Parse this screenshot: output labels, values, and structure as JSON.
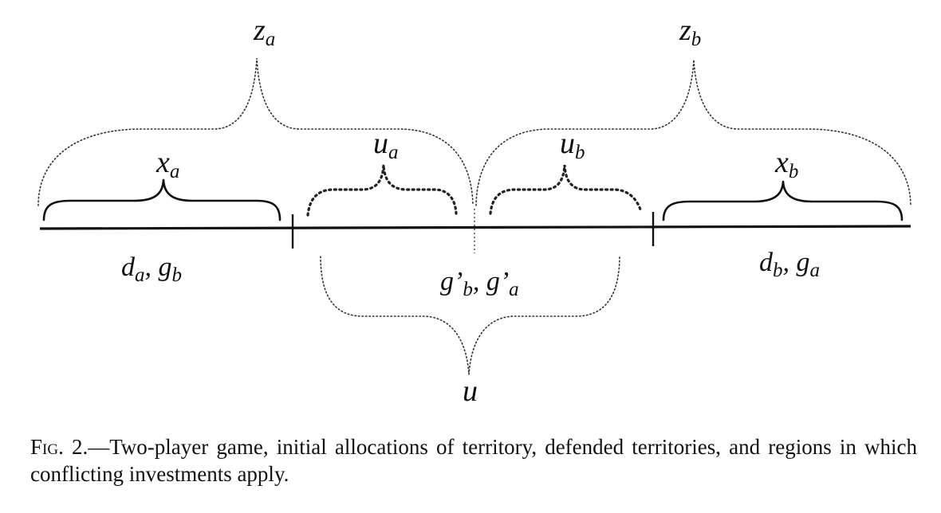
{
  "labels": {
    "z_a": {
      "main": "z",
      "sub": "a"
    },
    "z_b": {
      "main": "z",
      "sub": "b"
    },
    "x_a": {
      "main": "x",
      "sub": "a"
    },
    "x_b": {
      "main": "x",
      "sub": "b"
    },
    "u_a": {
      "main": "u",
      "sub": "a"
    },
    "u_b": {
      "main": "u",
      "sub": "b"
    },
    "u": {
      "main": "u"
    },
    "left_region": {
      "d": "d",
      "d_sub": "a",
      "sep": ", ",
      "g": "g",
      "g_sub": "b"
    },
    "right_region": {
      "d": "d",
      "d_sub": "b",
      "sep": ", ",
      "g": "g",
      "g_sub": "a"
    },
    "middle_region": {
      "g1": "g",
      "g1_prime": "’",
      "g1_sub": "b",
      "sep": ", ",
      "g2": "g",
      "g2_prime": "’",
      "g2_sub": "a"
    }
  },
  "caption": {
    "fig_tag": "Fig. 2.",
    "text": "—Two-player game, initial allocations of territory, defended territories, and regions in which conflicting investments apply."
  }
}
